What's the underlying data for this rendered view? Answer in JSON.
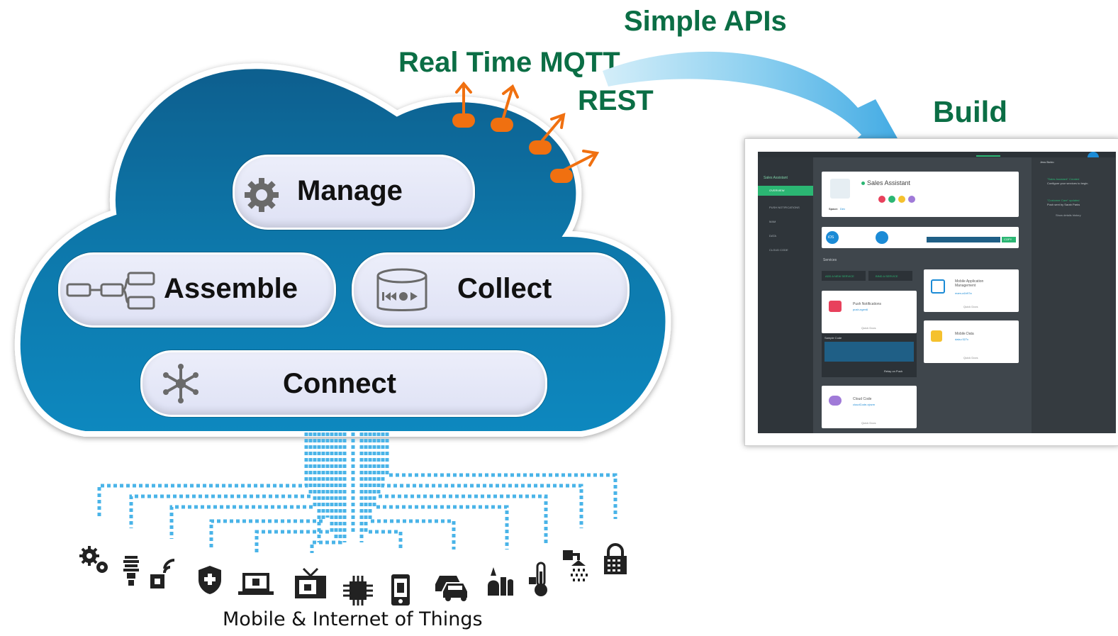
{
  "labels": {
    "simple_apis": "Simple APIs",
    "realtime_mqtt": "Real Time MQTT",
    "rest": "REST",
    "build": "Build"
  },
  "cloud": {
    "manage": "Manage",
    "assemble": "Assemble",
    "collect": "Collect",
    "connect": "Connect"
  },
  "caption": "Mobile & Internet of Things",
  "dashboard": {
    "app_name": "Sales Assistant",
    "sidebar_title": "Sales Assistant",
    "nav": [
      "OVERVIEW",
      "PUSH NOTIFICATIONS",
      "MAM",
      "DATA",
      "CLOUD CODE"
    ],
    "space_label": "Space:",
    "space_value": "Dev",
    "services_label": "Services",
    "add_service": "ADD A NEW SERVICE",
    "bind_service": "BIND A SERVICE",
    "ios_label": "iOS",
    "copy_button": "COPY",
    "sample_code_label": "Sample Code",
    "cards": [
      {
        "title": "Push Notifications",
        "sub": "push-ngen6",
        "footer": "Quick Docs"
      },
      {
        "title": "Mobile Application Management",
        "sub": "mam-a1b97a",
        "footer": "Quick Docs"
      },
      {
        "title": "Mobile Data",
        "sub": "data-r327c",
        "footer": "Quick Docs"
      },
      {
        "title": "Cloud Code",
        "sub": "cloudCode-njnzm",
        "footer": "Quick Docs"
      }
    ],
    "relay_label": "Relay on Push",
    "activity": [
      {
        "title": "\"Sales Assistant\" Created",
        "sub": "Configure your services to begin."
      },
      {
        "title": "\"Customer Care\" updated",
        "sub": "Push sent by Sarah Parks"
      }
    ],
    "activity_user": "Jess Buldo",
    "show_history": "Show details history"
  },
  "colors": {
    "label_green": "#0b6e45",
    "cloud_blue": "#0a76a8",
    "port_orange": "#f07010",
    "dots_blue": "#4ab4e8",
    "accent_green": "#2bb673"
  },
  "devices": [
    "gears-icon",
    "lightbulb-icon",
    "wifi-chip-icon",
    "shield-icon",
    "laptop-icon",
    "tv-icon",
    "chip-icon",
    "phone-icon",
    "cars-icon",
    "food-icon",
    "thermometer-icon",
    "shower-icon",
    "lock-icon"
  ]
}
